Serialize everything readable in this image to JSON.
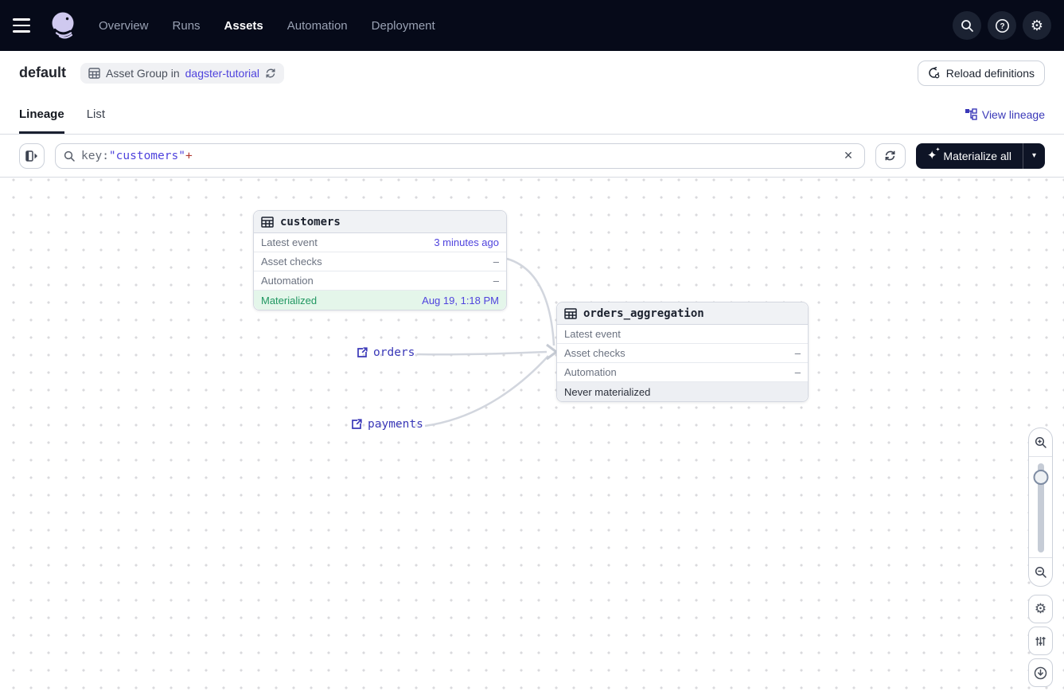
{
  "navbar": {
    "nav_items": [
      {
        "label": "Overview",
        "active": false
      },
      {
        "label": "Runs",
        "active": false
      },
      {
        "label": "Assets",
        "active": true
      },
      {
        "label": "Automation",
        "active": false
      },
      {
        "label": "Deployment",
        "active": false
      }
    ]
  },
  "header": {
    "title": "default",
    "badge_text": "Asset Group in",
    "badge_link": "dagster-tutorial",
    "reload_button": "Reload definitions"
  },
  "tabs": {
    "lineage": "Lineage",
    "list": "List",
    "view_lineage": "View lineage"
  },
  "toolbar": {
    "query_key": "key:",
    "query_value": "\"customers\"",
    "query_suffix": "+",
    "clear_label": "✕",
    "materialize_label": "Materialize all",
    "caret": "▾"
  },
  "graph": {
    "nodes": [
      {
        "title": "customers",
        "rows": [
          {
            "label": "Latest event",
            "value": "3 minutes ago"
          },
          {
            "label": "Asset checks",
            "value": "–"
          },
          {
            "label": "Automation",
            "value": "–"
          },
          {
            "label": "Materialized",
            "value": "Aug 19, 1:18 PM"
          }
        ]
      },
      {
        "title": "orders_aggregation",
        "rows": [
          {
            "label": "Latest event",
            "value": ""
          },
          {
            "label": "Asset checks",
            "value": "–"
          },
          {
            "label": "Automation",
            "value": "–"
          },
          {
            "label": "Never materialized",
            "value": ""
          }
        ]
      }
    ],
    "external_assets": [
      {
        "label": "orders"
      },
      {
        "label": "payments"
      }
    ]
  },
  "colors": {
    "navbar_bg": "#060a19",
    "accent_link": "#4F43DD",
    "materialized_green": "#209761",
    "materialized_row_bg": "#e4f6ea",
    "dark_button_bg": "#0e1426",
    "edge": "#d2d6de",
    "query_plus_red": "#b0372f"
  }
}
